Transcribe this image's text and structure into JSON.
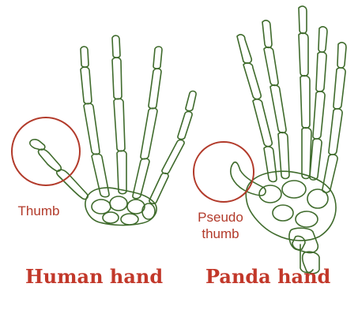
{
  "labels": {
    "human_thumb": "Thumb",
    "panda_thumb_line1": "Pseudo",
    "panda_thumb_line2": "thumb"
  },
  "captions": {
    "human": "Human hand",
    "panda": "Panda hand"
  },
  "colors": {
    "bone": "#3f6b2c",
    "highlight": "#b23a2a",
    "caption": "#c2382a",
    "background": "#ffffff"
  }
}
